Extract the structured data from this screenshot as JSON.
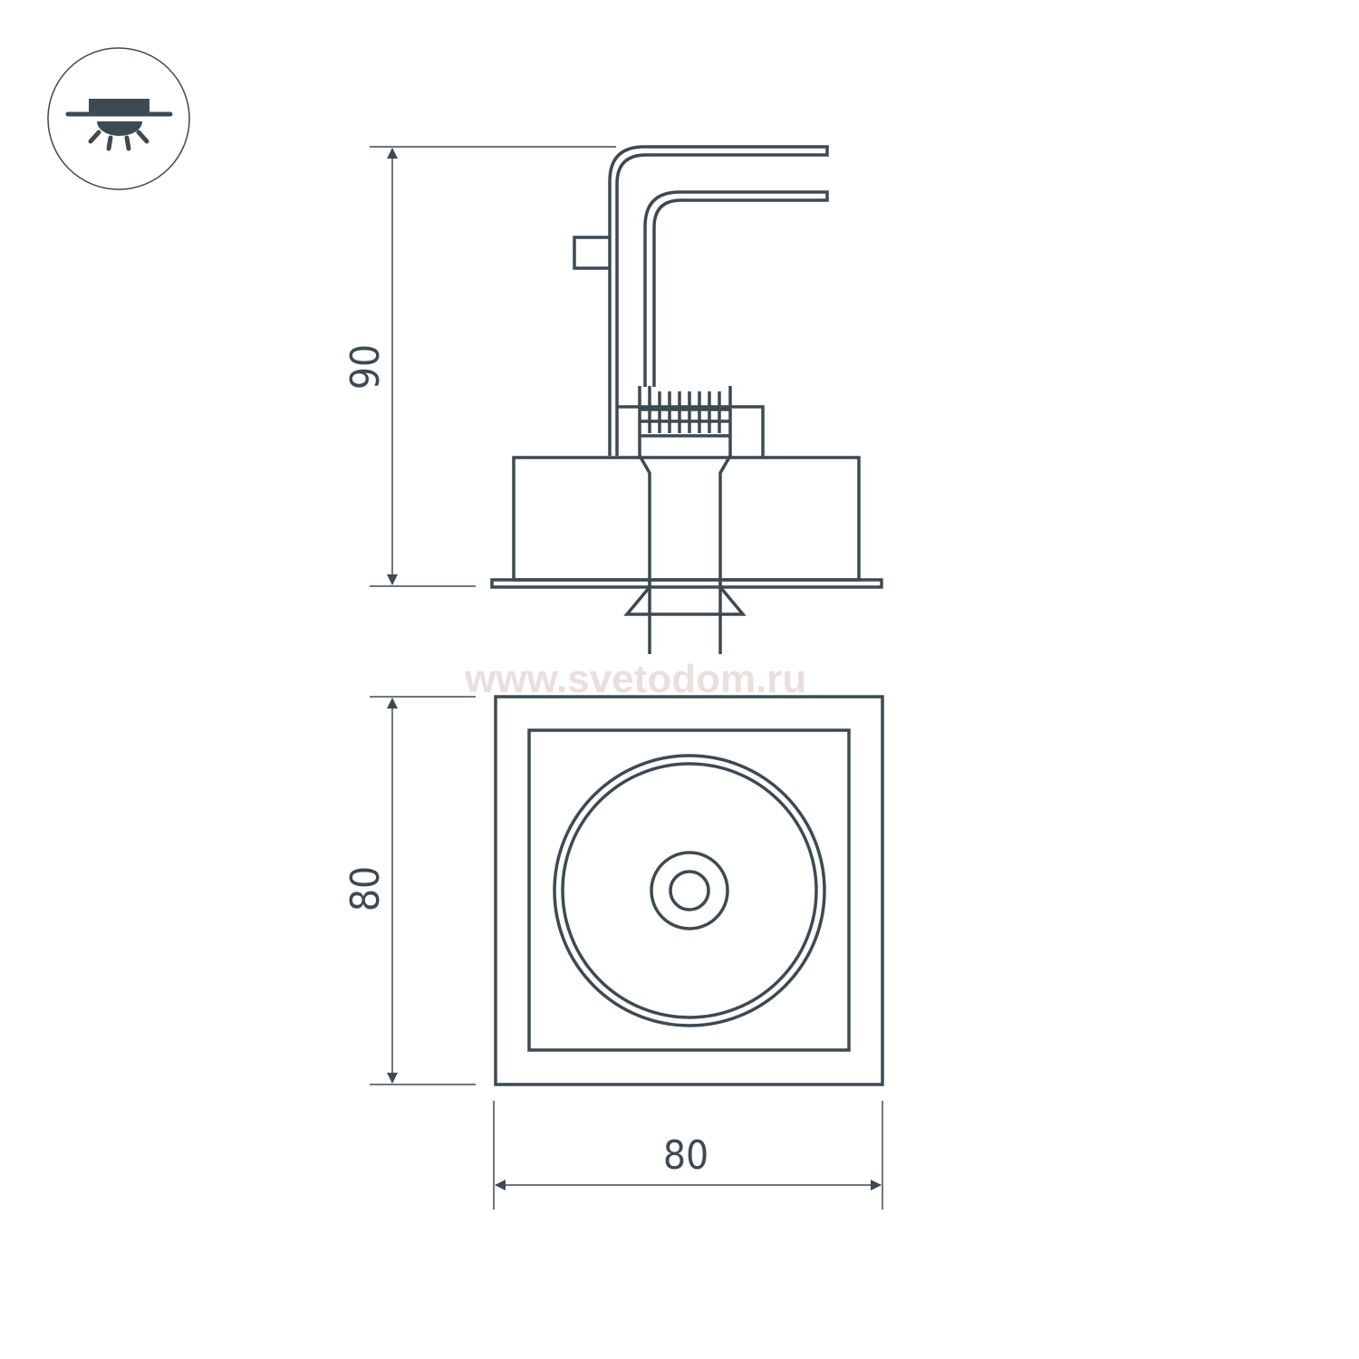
{
  "watermark": "www.svetodom.ru",
  "icon": {
    "name": "recessed-ceiling-light-icon"
  },
  "colors": {
    "line": "#3d4a52",
    "watermark": "#eadfdf"
  },
  "dimensions": {
    "side_height": "90",
    "top_height": "80",
    "top_width": "80"
  }
}
